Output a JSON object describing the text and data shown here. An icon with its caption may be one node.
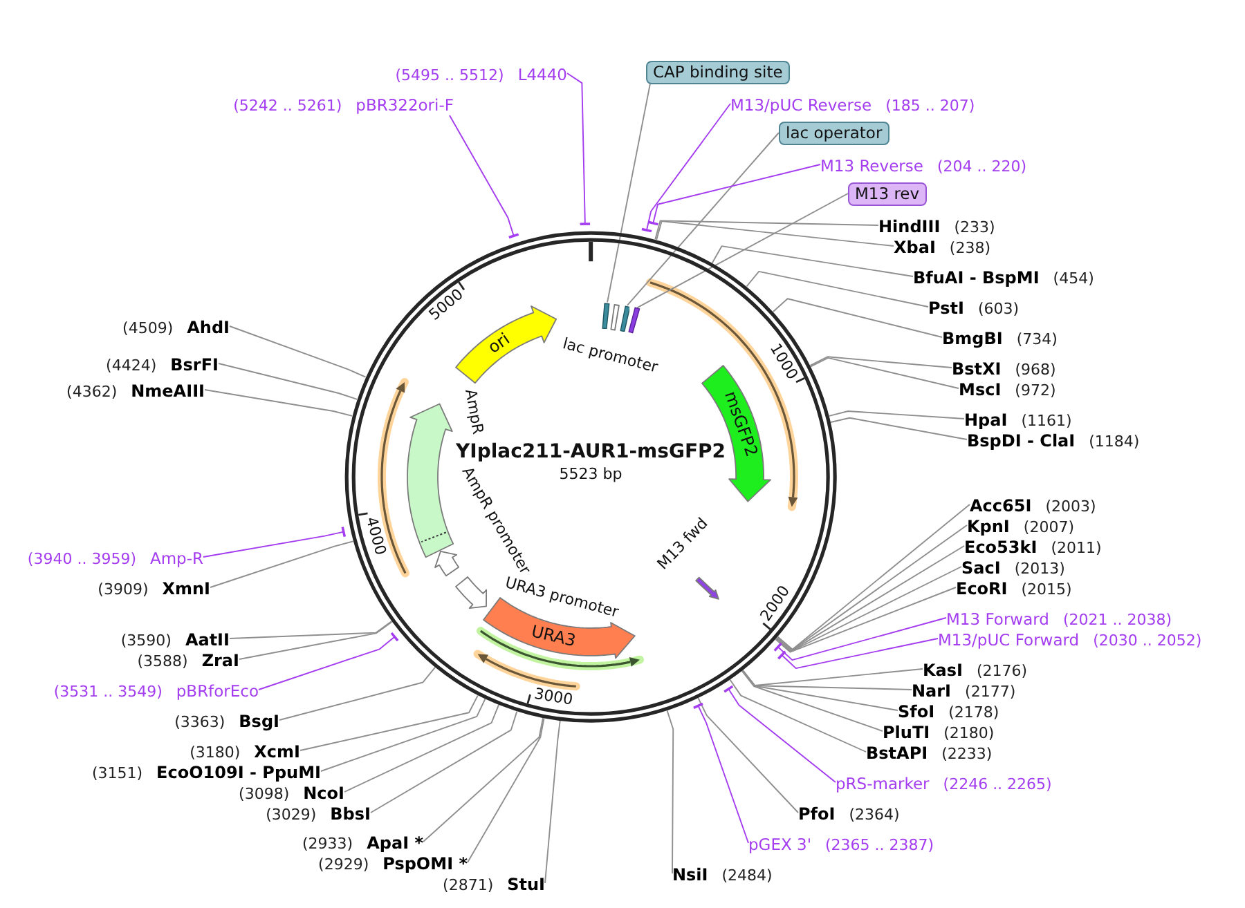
{
  "diagram": {
    "title": "YIplac211-AUR1-msGFP2",
    "nodes": [
      {
        "text": [],
        "shape": "circle"
      },
      {
        "text": [
          "ori"
        ],
        "in": 0
      },
      {
        "text": [
          "lac promoter"
        ],
        "in": 0
      },
      {
        "text": [
          "msGFP2"
        ],
        "in": 0
      },
      {
        "text": [
          "M13 fwd"
        ],
        "in": 0
      },
      {
        "text": [
          "URA3"
        ],
        "in": 0
      },
      {
        "text": [
          "URA3 promoter"
        ],
        "in": 0
      },
      {
        "text": [
          "AmpR promoter"
        ],
        "in": 0
      },
      {
        "text": [
          "AmpR"
        ],
        "in": 0
      },
      {
        "text": [],
        "shape": "box",
        "in": 0
      },
      {
        "text": [],
        "shape": "box",
        "in": 0
      },
      {
        "text": [],
        "shape": "box",
        "in": 0
      },
      {
        "text": [
          "CAP binding site"
        ]
      },
      {
        "text": [
          "lac operator"
        ]
      },
      {
        "text": [
          "M13 rev"
        ]
      },
      {
        "text": [
          "M13/pUC Reverse",
          "(185 .. 207)"
        ]
      },
      {
        "text": [
          "M13 Reverse",
          "(204 .. 220)"
        ]
      },
      {
        "text": [
          "HindIII",
          "(233)"
        ]
      },
      {
        "text": [
          "XbaI",
          "(238)"
        ]
      },
      {
        "text": [
          "BfuAI - BspMI",
          "(454)"
        ]
      },
      {
        "text": [
          "PstI",
          "(603)"
        ]
      },
      {
        "text": [
          "BmgBI",
          "(734)"
        ]
      },
      {
        "text": [
          "BstXI",
          "(968)"
        ]
      },
      {
        "text": [
          "MscI",
          "(972)"
        ]
      },
      {
        "text": [
          "HpaI",
          "(1161)"
        ]
      },
      {
        "text": [
          "BspDI - ClaI",
          "(1184)"
        ]
      },
      {
        "text": [
          "Acc65I",
          "(2003)"
        ]
      },
      {
        "text": [
          "KpnI",
          "(2007)"
        ]
      },
      {
        "text": [
          "Eco53kI",
          "(2011)"
        ]
      },
      {
        "text": [
          "SacI",
          "(2013)"
        ]
      },
      {
        "text": [
          "EcoRI",
          "(2015)"
        ]
      },
      {
        "text": [
          "M13 Forward",
          "(2021 .. 2038)"
        ]
      },
      {
        "text": [
          "M13/pUC Forward",
          "(2030 .. 2052)"
        ]
      },
      {
        "text": [
          "KasI",
          "(2176)"
        ]
      },
      {
        "text": [
          "NarI",
          "(2177)"
        ]
      },
      {
        "text": [
          "SfoI",
          "(2178)"
        ]
      },
      {
        "text": [
          "PluTI",
          "(2180)"
        ]
      },
      {
        "text": [
          "BstAPI",
          "(2233)"
        ]
      },
      {
        "text": [
          "pRS-marker",
          "(2246 .. 2265)"
        ]
      },
      {
        "text": [
          "PfoI",
          "(2364)"
        ]
      },
      {
        "text": [
          "pGEX 3'",
          "(2365 .. 2387)"
        ]
      },
      {
        "text": [
          "NsiI",
          "(2484)"
        ]
      },
      {
        "text": [
          "(2871)",
          "StuI"
        ]
      },
      {
        "text": [
          "(2929)",
          "PspOMI *"
        ]
      },
      {
        "text": [
          "(2933)",
          "ApaI *"
        ]
      },
      {
        "text": [
          "(3029)",
          "BbsI"
        ]
      },
      {
        "text": [
          "(3098)",
          "NcoI"
        ]
      },
      {
        "text": [
          "(3151)",
          "EcoO109I - PpuMI"
        ]
      },
      {
        "text": [
          "(3180)",
          "XcmI"
        ]
      },
      {
        "text": [
          "(3363)",
          "BsgI"
        ]
      },
      {
        "text": [
          "(3531 .. 3549)",
          "pBRforEco"
        ]
      },
      {
        "text": [
          "(3588)",
          "ZraI"
        ]
      },
      {
        "text": [
          "(3590)",
          "AatII"
        ]
      },
      {
        "text": [
          "(3909)",
          "XmnI"
        ]
      },
      {
        "text": [
          "(3940 .. 3959)",
          "Amp-R"
        ]
      },
      {
        "text": [
          "(4362)",
          "NmeAIII"
        ]
      },
      {
        "text": [
          "(4424)",
          "BsrFI"
        ]
      },
      {
        "text": [
          "(4509)",
          "AhdI"
        ]
      },
      {
        "text": [
          "(5242 .. 5261)",
          "pBR322ori-F"
        ]
      },
      {
        "text": [
          "(5495 .. 5512)",
          "L4440"
        ]
      }
    ],
    "edges": [
      {
        "from": 12,
        "to": 9,
        "arrow": "none"
      },
      {
        "from": 13,
        "to": 10,
        "arrow": "none"
      },
      {
        "from": 14,
        "to": 11,
        "arrow": "none"
      },
      {
        "from": 15,
        "to": 0,
        "arrow": "other",
        "color": "#a43cf0"
      },
      {
        "from": 16,
        "to": 0,
        "arrow": "other",
        "color": "#a43cf0"
      },
      {
        "from": 17,
        "to": 0,
        "arrow": "none"
      },
      {
        "from": 18,
        "to": 0,
        "arrow": "none"
      },
      {
        "from": 19,
        "to": 0,
        "arrow": "none"
      },
      {
        "from": 20,
        "to": 0,
        "arrow": "none"
      },
      {
        "from": 21,
        "to": 0,
        "arrow": "none"
      },
      {
        "from": 22,
        "to": 0,
        "arrow": "none"
      },
      {
        "from": 23,
        "to": 0,
        "arrow": "none"
      },
      {
        "from": 24,
        "to": 0,
        "arrow": "none"
      },
      {
        "from": 25,
        "to": 0,
        "arrow": "none"
      },
      {
        "from": 26,
        "to": 0,
        "arrow": "none"
      },
      {
        "from": 27,
        "to": 0,
        "arrow": "none"
      },
      {
        "from": 28,
        "to": 0,
        "arrow": "none"
      },
      {
        "from": 29,
        "to": 0,
        "arrow": "none"
      },
      {
        "from": 30,
        "to": 0,
        "arrow": "none"
      },
      {
        "from": 31,
        "to": 0,
        "arrow": "other",
        "color": "#a43cf0"
      },
      {
        "from": 32,
        "to": 0,
        "arrow": "other",
        "color": "#a43cf0"
      },
      {
        "from": 33,
        "to": 0,
        "arrow": "none"
      },
      {
        "from": 34,
        "to": 0,
        "arrow": "none"
      },
      {
        "from": 35,
        "to": 0,
        "arrow": "none"
      },
      {
        "from": 36,
        "to": 0,
        "arrow": "none"
      },
      {
        "from": 37,
        "to": 0,
        "arrow": "none"
      },
      {
        "from": 38,
        "to": 0,
        "arrow": "other",
        "color": "#a43cf0"
      },
      {
        "from": 39,
        "to": 0,
        "arrow": "none"
      },
      {
        "from": 40,
        "to": 0,
        "arrow": "other",
        "color": "#a43cf0"
      },
      {
        "from": 41,
        "to": 0,
        "arrow": "none"
      },
      {
        "from": 42,
        "to": 0,
        "arrow": "none"
      },
      {
        "from": 43,
        "to": 0,
        "arrow": "none"
      },
      {
        "from": 44,
        "to": 0,
        "arrow": "none"
      },
      {
        "from": 45,
        "to": 0,
        "arrow": "none"
      },
      {
        "from": 46,
        "to": 0,
        "arrow": "none"
      },
      {
        "from": 47,
        "to": 0,
        "arrow": "none"
      },
      {
        "from": 48,
        "to": 0,
        "arrow": "none"
      },
      {
        "from": 49,
        "to": 0,
        "arrow": "none"
      },
      {
        "from": 50,
        "to": 0,
        "arrow": "other",
        "color": "#a43cf0"
      },
      {
        "from": 51,
        "to": 0,
        "arrow": "none"
      },
      {
        "from": 52,
        "to": 0,
        "arrow": "none"
      },
      {
        "from": 53,
        "to": 0,
        "arrow": "none"
      },
      {
        "from": 54,
        "to": 0,
        "arrow": "other",
        "color": "#a43cf0"
      },
      {
        "from": 55,
        "to": 0,
        "arrow": "none"
      },
      {
        "from": 56,
        "to": 0,
        "arrow": "none"
      },
      {
        "from": 57,
        "to": 0,
        "arrow": "none"
      },
      {
        "from": 58,
        "to": 0,
        "arrow": "other",
        "color": "#a43cf0"
      },
      {
        "from": 59,
        "to": 0,
        "arrow": "other",
        "color": "#a43cf0"
      }
    ],
    "labels": [
      "5523 bp",
      "1000",
      "2000",
      "3000",
      "4000",
      "5000"
    ]
  }
}
